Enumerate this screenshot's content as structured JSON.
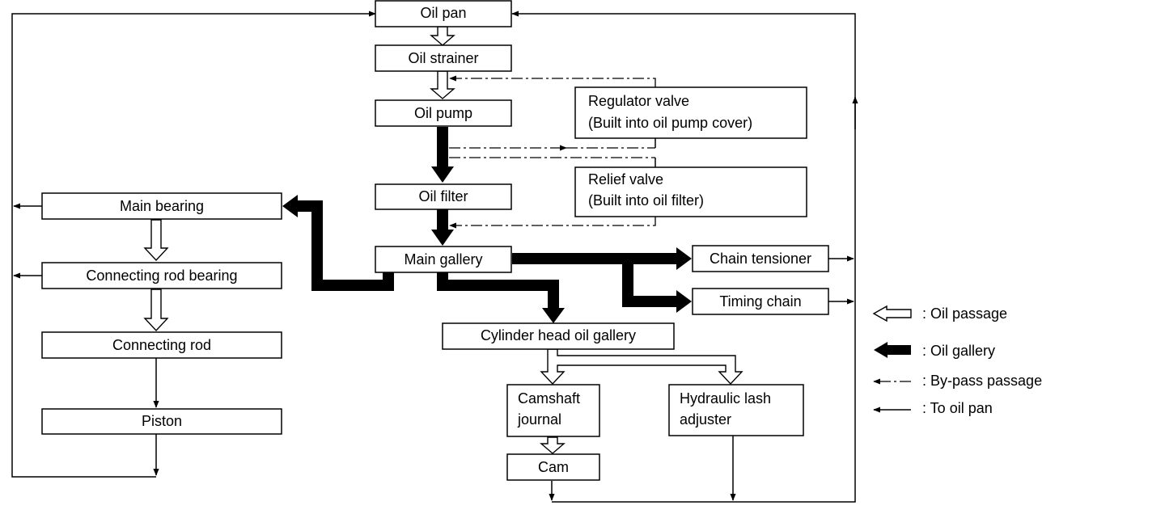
{
  "nodes": {
    "oil_pan": "Oil pan",
    "oil_strainer": "Oil strainer",
    "oil_pump": "Oil pump",
    "regulator_valve": [
      "Regulator valve",
      "(Built into oil pump cover)"
    ],
    "relief_valve": [
      "Relief valve",
      "(Built into oil filter)"
    ],
    "oil_filter": "Oil filter",
    "main_gallery": "Main gallery",
    "main_bearing": "Main bearing",
    "connecting_rod_bearing": "Connecting rod bearing",
    "connecting_rod": "Connecting rod",
    "piston": "Piston",
    "chain_tensioner": "Chain tensioner",
    "timing_chain": "Timing chain",
    "cylinder_head_oil_gallery": "Cylinder head oil gallery",
    "camshaft_journal": [
      "Camshaft",
      "journal"
    ],
    "hydraulic_lash_adjuster": [
      "Hydraulic lash",
      "adjuster"
    ],
    "cam": "Cam"
  },
  "legend": {
    "oil_passage": ": Oil passage",
    "oil_gallery": ": Oil gallery",
    "bypass_passage": ": By-pass passage",
    "to_oil_pan": ": To oil pan"
  },
  "colors": {
    "line": "#000000",
    "background": "#ffffff"
  }
}
